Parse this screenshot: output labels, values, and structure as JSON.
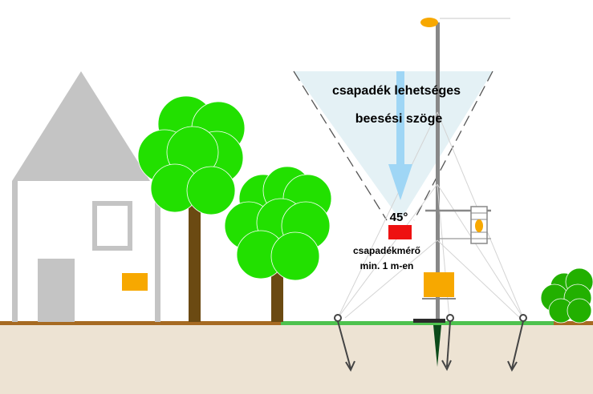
{
  "labels": {
    "cone_line1": "csapadék lehetséges",
    "cone_line2": "beesési szöge",
    "angle": "45°",
    "gauge_line1": "csapadékmérő",
    "gauge_line2": "min. 1 m-en"
  },
  "colors": {
    "ground": "#ede3d3",
    "ground_line": "#a66a22",
    "grass": "#4ec24e",
    "house": "#c4c4c4",
    "tree_leaves": "#22e000",
    "tree_trunk": "#6b4a12",
    "bush": "#22b000",
    "cone_fill": "#e4f1f5",
    "rain_arrow": "#9fd6f5",
    "gauge": "#ee1111",
    "box": "#f7a800",
    "mast": "#888888"
  }
}
